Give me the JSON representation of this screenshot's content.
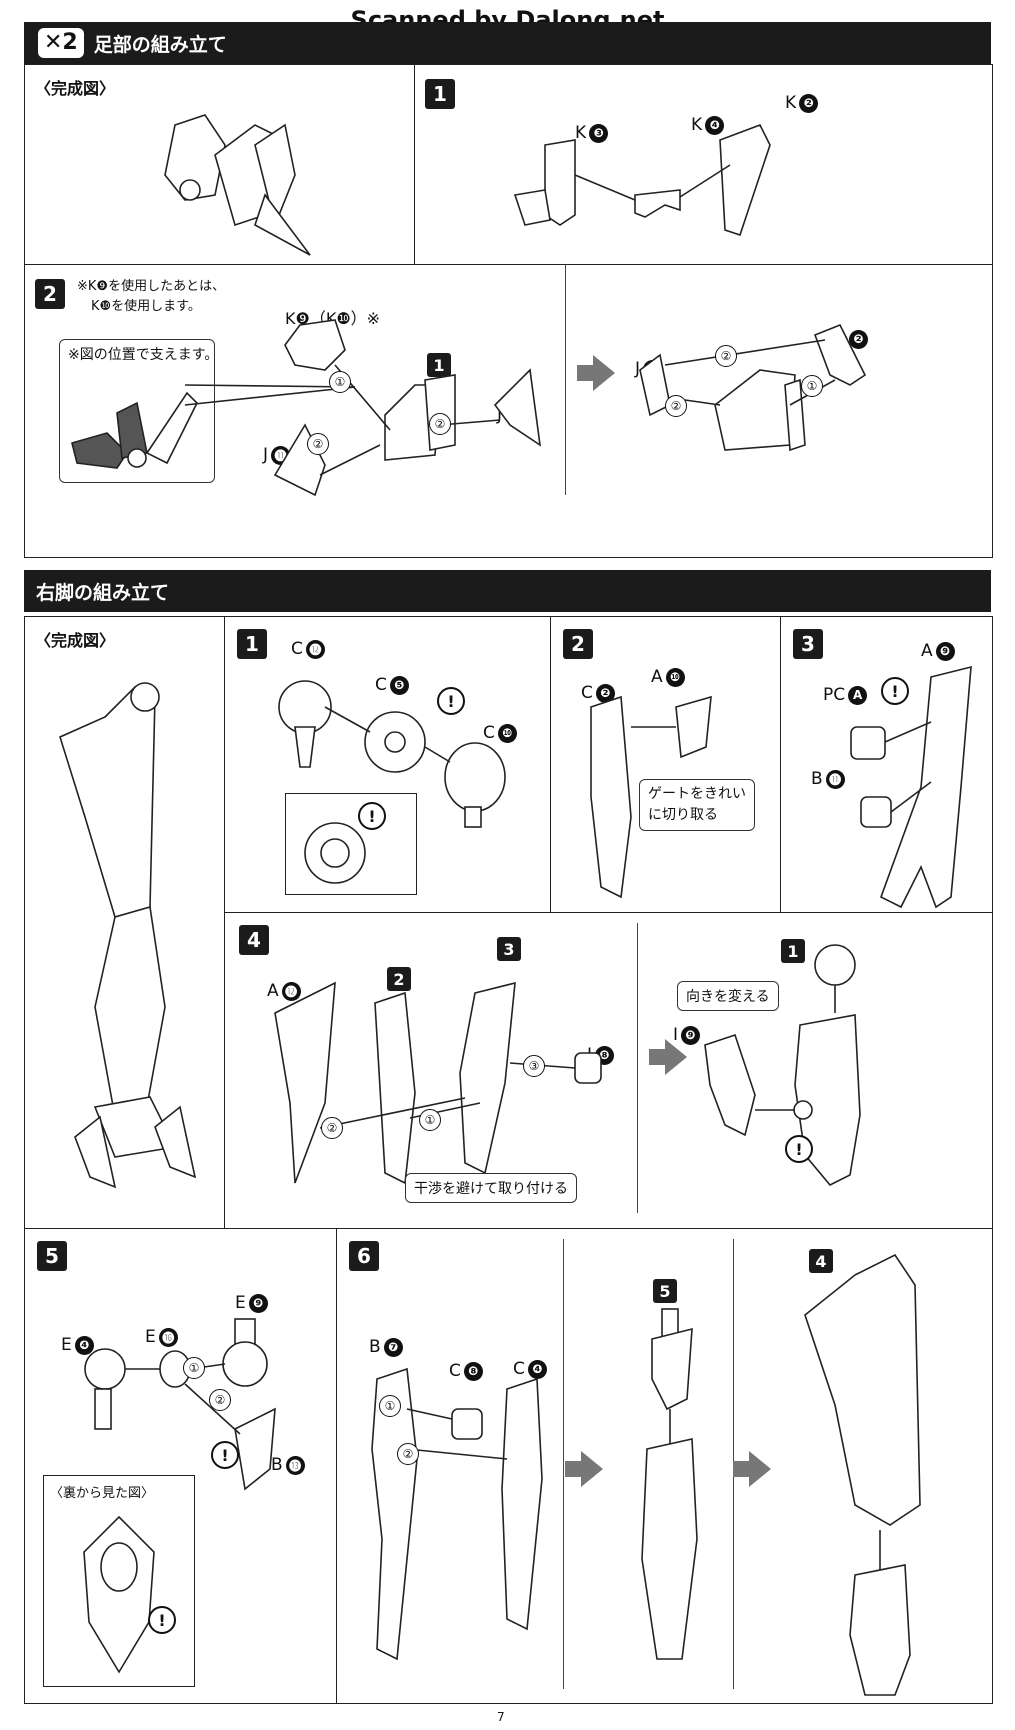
{
  "watermark": "Scanned by Dalong.net",
  "section1": {
    "badge": "✕2",
    "title": "足部の組み立て",
    "complete_label": "〈完成図〉",
    "step1": {
      "num": "1",
      "parts": [
        {
          "letter": "K",
          "n": "❸"
        },
        {
          "letter": "K",
          "n": "❹"
        },
        {
          "letter": "K",
          "n": "❷"
        }
      ]
    },
    "step2": {
      "num": "2",
      "note_line1": "※K❾を使用したあとは、",
      "note_line2": "K❿を使用します。",
      "callout": "※図の位置で支えます。",
      "parts_k9": "K❾（K❿）※",
      "ref_step": "1",
      "j3": {
        "letter": "J",
        "n": "❸"
      },
      "j11": {
        "letter": "J",
        "n": "⓫"
      },
      "j2": {
        "letter": "J",
        "n": "❷"
      },
      "j12": {
        "letter": "J",
        "n": "⓬"
      },
      "order": [
        "①",
        "②"
      ]
    }
  },
  "section2": {
    "title": "右脚の組み立て",
    "complete_label": "〈完成図〉",
    "step1": {
      "num": "1",
      "parts": [
        {
          "letter": "C",
          "n": "⓬"
        },
        {
          "letter": "C",
          "n": "❺"
        },
        {
          "letter": "C",
          "n": "❿"
        }
      ],
      "warn": "!"
    },
    "step2": {
      "num": "2",
      "parts": [
        {
          "letter": "C",
          "n": "❷"
        },
        {
          "letter": "A",
          "n": "❿"
        }
      ],
      "callout_line1": "ゲートをきれい",
      "callout_line2": "に切り取る"
    },
    "step3": {
      "num": "3",
      "parts": [
        {
          "letter": "A",
          "n": "❾"
        },
        {
          "letter": "PC",
          "n": "A"
        },
        {
          "letter": "B",
          "n": "⓫"
        }
      ],
      "warn": "!"
    },
    "step4": {
      "num": "4",
      "parts": [
        {
          "letter": "A",
          "n": "⓬"
        },
        {
          "letter": "J",
          "n": "❽"
        },
        {
          "letter": "I",
          "n": "❾"
        }
      ],
      "refs": [
        "2",
        "3",
        "1"
      ],
      "callout_avoid": "干渉を避けて取り付ける",
      "callout_turn": "向きを変える",
      "order": [
        "①",
        "②",
        "③"
      ]
    },
    "step5": {
      "num": "5",
      "parts": [
        {
          "letter": "E",
          "n": "❾"
        },
        {
          "letter": "E",
          "n": "⓰"
        },
        {
          "letter": "E",
          "n": "❹"
        },
        {
          "letter": "B",
          "n": "⓭"
        }
      ],
      "back_view": "〈裏から見た図〉",
      "order": [
        "①",
        "②"
      ]
    },
    "step6": {
      "num": "6",
      "parts": [
        {
          "letter": "B",
          "n": "❼"
        },
        {
          "letter": "C",
          "n": "❽"
        },
        {
          "letter": "C",
          "n": "❹"
        }
      ],
      "refs": [
        "5",
        "4"
      ],
      "order": [
        "①",
        "②"
      ]
    }
  },
  "page_number": "7"
}
